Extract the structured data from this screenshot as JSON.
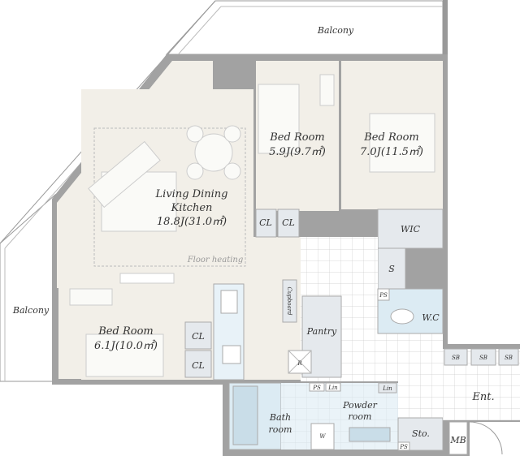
{
  "colors": {
    "wall": "#a2a2a2",
    "floor": "#f2efe8",
    "wet": "#dcebf3",
    "storage": "#e5e9ed",
    "tile": "#ffffff"
  },
  "balconies": {
    "top": "Balcony",
    "left": "Balcony"
  },
  "rooms": {
    "ldk": {
      "name1": "Living Dining",
      "name2": "Kitchen",
      "size": "18.8J(31.0㎡)",
      "note": "Floor heating"
    },
    "bed_center": {
      "name": "Bed Room",
      "size": "5.9J(9.7㎡)"
    },
    "bed_right": {
      "name": "Bed Room",
      "size": "7.0J(11.5㎡)"
    },
    "bed_left": {
      "name": "Bed Room",
      "size": "6.1J(10.0㎡)"
    },
    "wic": "WIC",
    "s": "S",
    "wc": "W.C",
    "pantry": "Pantry",
    "cupboard": "Cupboard",
    "fridge": "R",
    "bath": {
      "line1": "Bath",
      "line2": "room"
    },
    "powder": {
      "line1": "Powder",
      "line2": "room"
    },
    "washer": "W",
    "sto": "Sto.",
    "ent": "Ent.",
    "mb": "MB",
    "cl": "CL",
    "sb": "SB",
    "ps": "PS",
    "lin": "Lin"
  }
}
